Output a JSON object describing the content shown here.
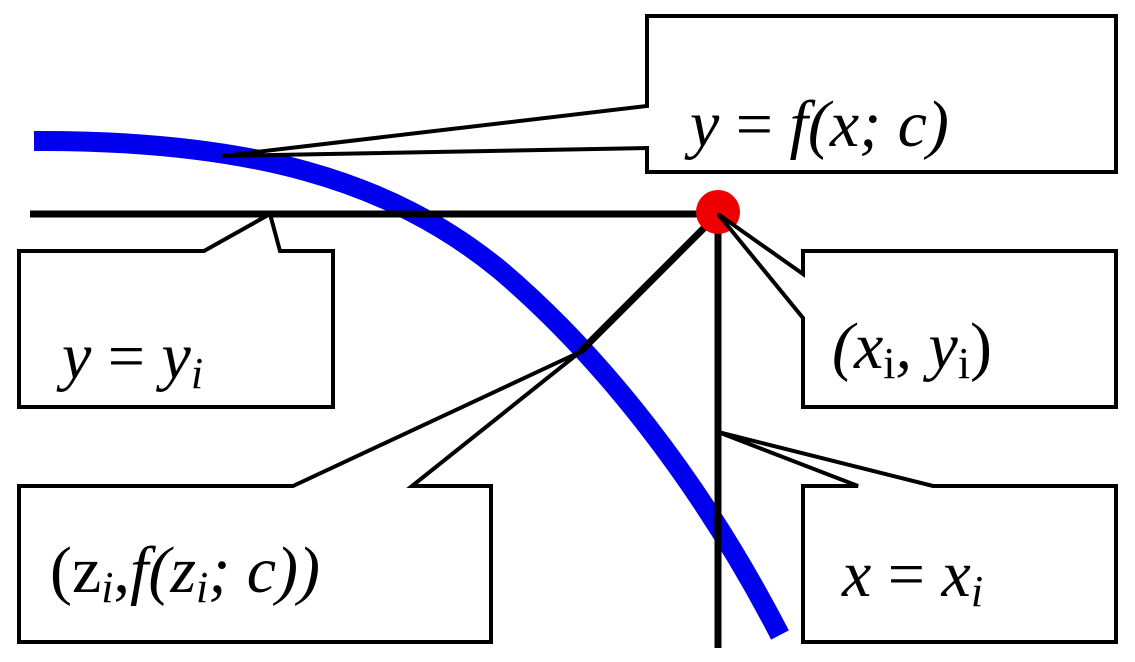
{
  "curve": {
    "name": "fitted-curve",
    "color": "#0000ee"
  },
  "point": {
    "color": "#ee0000"
  },
  "labels": {
    "curve_eq": {
      "y": "y",
      "eq": " = ",
      "f": "f",
      "args": "(x; c)"
    },
    "horizontal_eq": {
      "y": "y",
      "eq": " = ",
      "yi": "y",
      "sub": "i"
    },
    "data_point": {
      "open": "(x",
      "sub1": "i",
      "mid": ", y",
      "sub2": "i",
      "close": ")"
    },
    "vertical_eq": {
      "x": "x",
      "eq": " = ",
      "xi": "x",
      "sub": "i"
    },
    "foot_point": {
      "open": "(z",
      "sub1": "i",
      "mid": ",",
      "f": "f",
      "p": "(z",
      "sub2": "i",
      "rest": "; c))"
    }
  }
}
